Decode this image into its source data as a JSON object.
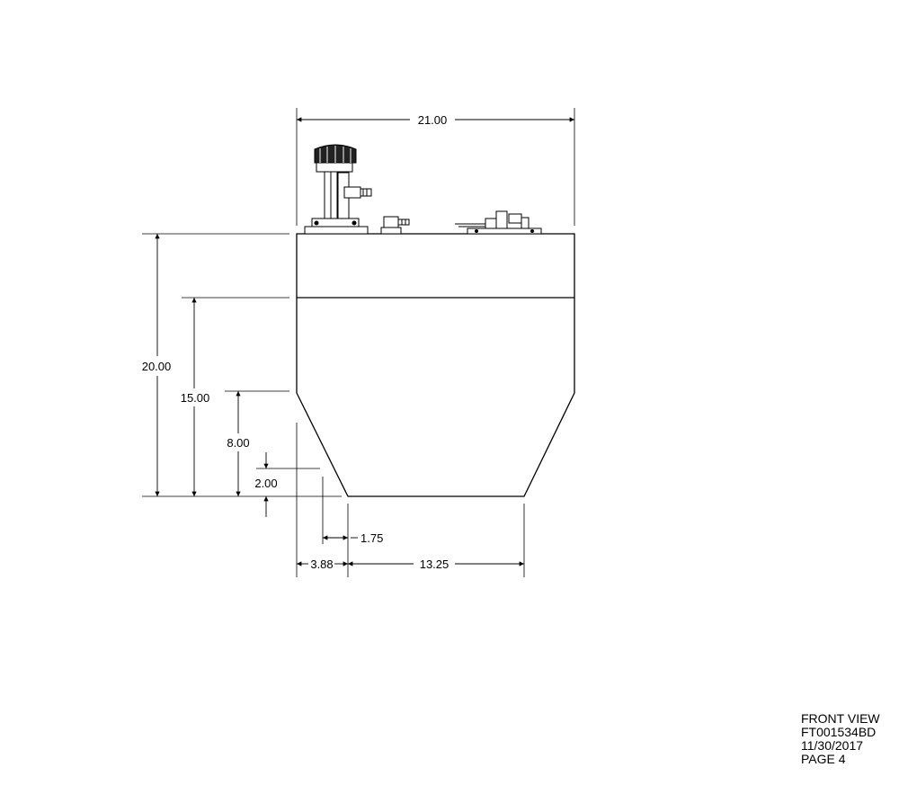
{
  "dimensions": {
    "overall_width": "21.00",
    "overall_height": "20.00",
    "upper_height": "15.00",
    "bevel_height": "8.00",
    "bottom_step": "2.00",
    "inset_small": "1.75",
    "inset_left": "3.88",
    "bottom_width": "13.25"
  },
  "title_block": {
    "view": "FRONT VIEW",
    "part_number": "FT001534BD",
    "date": "11/30/2017",
    "page": "PAGE 4"
  }
}
